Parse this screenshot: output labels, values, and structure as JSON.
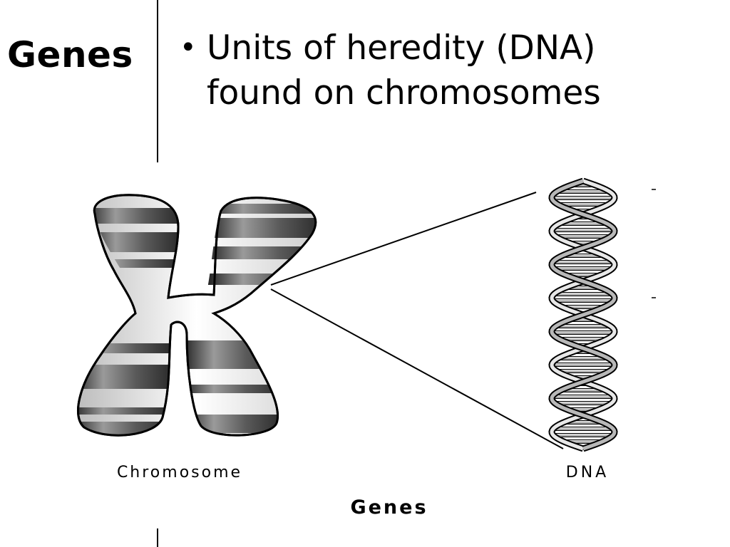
{
  "title": "Genes",
  "bullets": [
    {
      "text": "Units of heredity (DNA) found on chromosomes"
    }
  ],
  "diagram": {
    "chromosome_label": "Chromosome",
    "dna_label": "DNA",
    "caption": "Genes"
  },
  "colors": {
    "band_dark": "#4a4a4a",
    "band_mid": "#9a9a9a",
    "band_light": "#e6e6e6",
    "line": "#000000"
  }
}
